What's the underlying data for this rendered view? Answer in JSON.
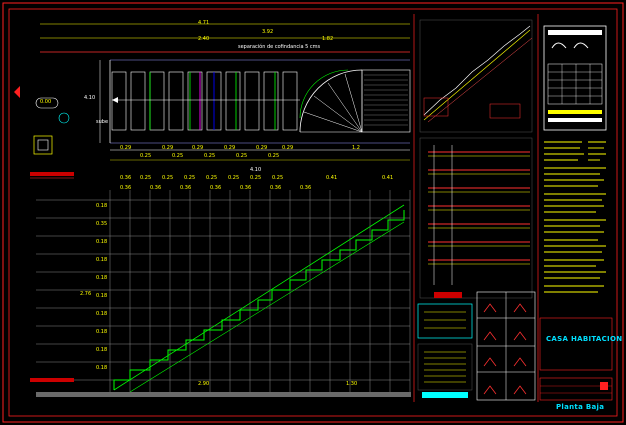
{
  "plan": {
    "overall_dim": "4.71",
    "top_dims": [
      "2.40",
      "3.92",
      "1.82"
    ],
    "separation_label": "separación de cofindancia 5 cms",
    "mid_dims": [
      "0.29",
      "0.29",
      "0.29",
      "0.29",
      "0.29",
      "0.29",
      "1.2"
    ],
    "mid_dims_b": [
      "0.25",
      "0.25",
      "0.25",
      "0.25",
      "0.25"
    ],
    "sube_label": "sube",
    "nivel_tag": "0.00",
    "vert_dim": "4.10"
  },
  "elevation": {
    "top_dims": [
      "0.36",
      "0.25",
      "0.25",
      "0.25",
      "0.25",
      "0.25",
      "0.25",
      "0.25",
      "0.41",
      "0.41"
    ],
    "row_dims": [
      "0.36",
      "0.36",
      "0.36",
      "0.36",
      "0.36",
      "0.36",
      "0.36"
    ],
    "sub_dim": "4.10",
    "left_dims": [
      "0.18",
      "0.35",
      "0.18",
      "0.18",
      "0.18",
      "0.18",
      "0.18",
      "0.18",
      "0.18",
      "0.18"
    ],
    "big_dim": "2.76",
    "bottom_dims": [
      "2.90",
      "1.30"
    ]
  },
  "title_block": {
    "project": "CASA HABITACION",
    "sheet": "Planta Baja"
  },
  "colors": {
    "background": "#000000",
    "frame": "#ff2020",
    "grid": "#8a8a8a",
    "stair": "#00ff00",
    "dims": "#ffff00",
    "text": "#ffffff",
    "accent": "#00e0ff"
  }
}
